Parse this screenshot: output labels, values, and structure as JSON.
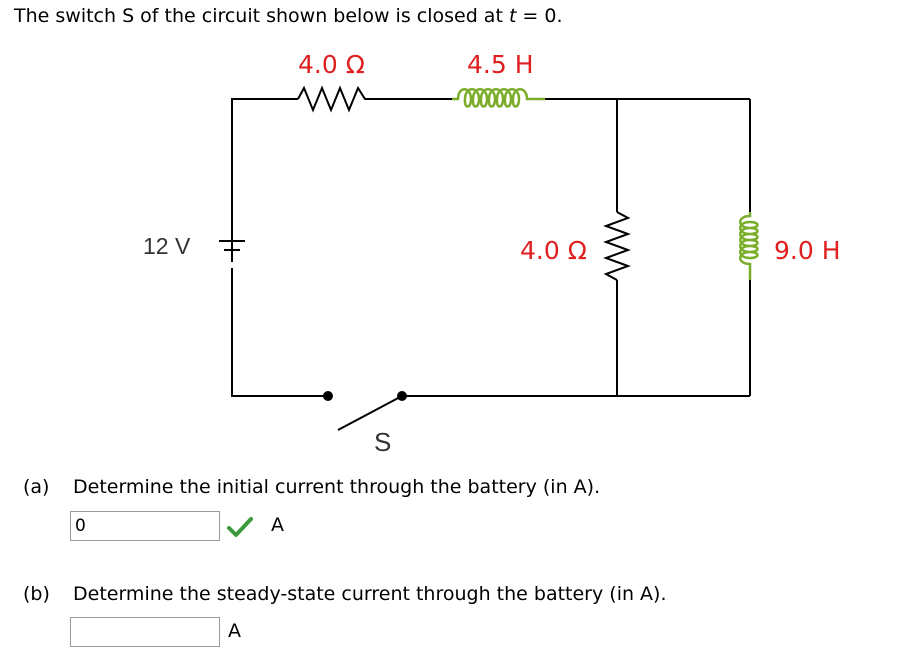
{
  "intro": {
    "text_before": "The switch S of the circuit shown below is closed at ",
    "var": "t",
    "text_after": " = 0."
  },
  "circuit": {
    "resistor_top_label": "4.0 Ω",
    "inductor_top_label": "4.5 H",
    "battery_label": "12 V",
    "resistor_middle_label": "4.0 Ω",
    "inductor_right_label": "9.0 H",
    "switch_label": "S"
  },
  "colors": {
    "value_label": "#e02020",
    "inductor_coil": "#7aae2a",
    "check_mark": "#3c9a3c"
  },
  "questions": [
    {
      "tag": "(a)",
      "text": "Determine the initial current through the battery (in A).",
      "answer_value": "0",
      "unit": "A",
      "status": "correct"
    },
    {
      "tag": "(b)",
      "text": "Determine the steady-state current through the battery (in A).",
      "answer_value": "",
      "unit": "A"
    }
  ]
}
